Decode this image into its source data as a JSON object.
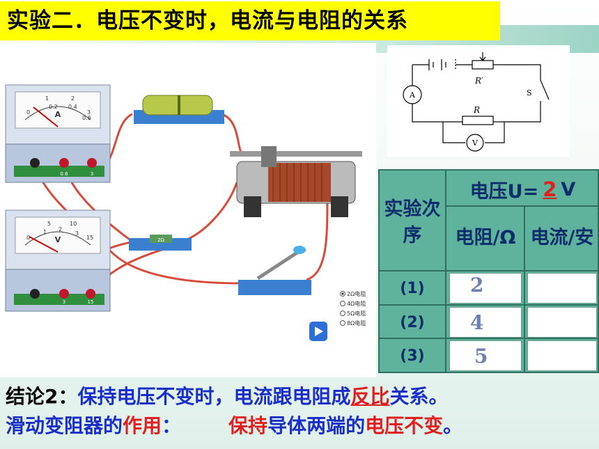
{
  "title": "实验二．电压不变时，电流与电阻的关系",
  "circuit": {
    "labels": {
      "ammeter": "A",
      "rheostat": "R′",
      "switch": "S",
      "resistor": "R",
      "voltmeter": "V"
    }
  },
  "apparatus": {
    "ammeter_dial": "A",
    "ammeter_ticks": [
      "0",
      "1",
      "2",
      "3",
      "0.2",
      "0.4",
      "0.6"
    ],
    "voltmeter_dial": "V",
    "voltmeter_ticks": [
      "0",
      "5",
      "10",
      "15",
      "1",
      "2",
      "3"
    ],
    "ammeter_terminals": [
      "",
      "0.6",
      "3"
    ],
    "voltmeter_terminals": [
      "",
      "3",
      "15"
    ],
    "resistor_label": "2Ω",
    "options": [
      "2Ω电阻",
      "4Ω电阻",
      "5Ω电阻",
      "8Ω电阻"
    ],
    "selected_option": 0
  },
  "table": {
    "voltage_label": "电压U=",
    "voltage_value": "2",
    "voltage_unit": "V",
    "order_header": "实验次序",
    "resistance_header": "电阻/Ω",
    "current_header": "电流/安",
    "rows": [
      {
        "order": "(1)",
        "resistance": "2",
        "current": ""
      },
      {
        "order": "(2)",
        "resistance": "4",
        "current": ""
      },
      {
        "order": "(3)",
        "resistance": "5",
        "current": ""
      }
    ]
  },
  "conclusion": {
    "label": "结论2：",
    "text_before": "保持电压不变时，电流跟电阻成",
    "answer": "反比",
    "text_after": "关系。"
  },
  "rheostat_role": {
    "label_a": "滑动变阻器的",
    "label_b": "作用",
    "label_c": "：",
    "part1": "保持",
    "part2": "导体两端的",
    "part3": "电压不变",
    "part4": "。"
  },
  "colors": {
    "title_bg": "#ffff00",
    "table_bg": "#5fb39c",
    "accent_red": "#e02020",
    "text_blue": "#1a2fc9"
  }
}
